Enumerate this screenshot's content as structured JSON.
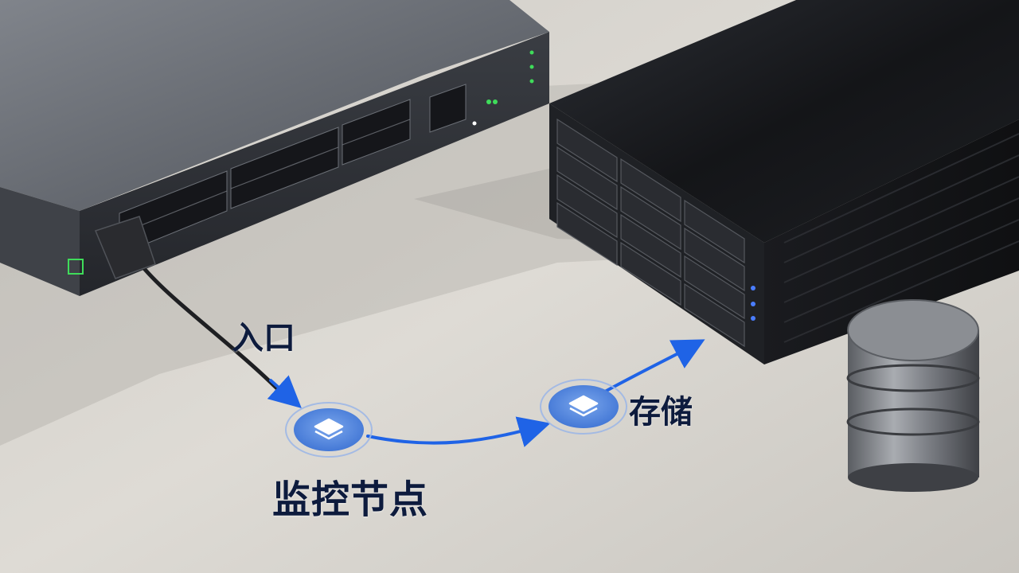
{
  "labels": {
    "entry": "入口",
    "monitor_node": "监控节点",
    "storage": "存储"
  },
  "icons": {
    "monitor_node": "layers-icon",
    "storage_node": "layers-icon",
    "flow_arrow": "arrow-icon"
  },
  "colors": {
    "accent_blue": "#1f63e6",
    "node_blue": "#5a8fe0",
    "label_dark": "#0d1b3d",
    "floor": "#d9d6d0",
    "device_dark": "#1c1e22",
    "switch_body": "#5d6168",
    "port_led_green": "#3fdc5a",
    "nas_led_blue": "#4a7dff"
  }
}
